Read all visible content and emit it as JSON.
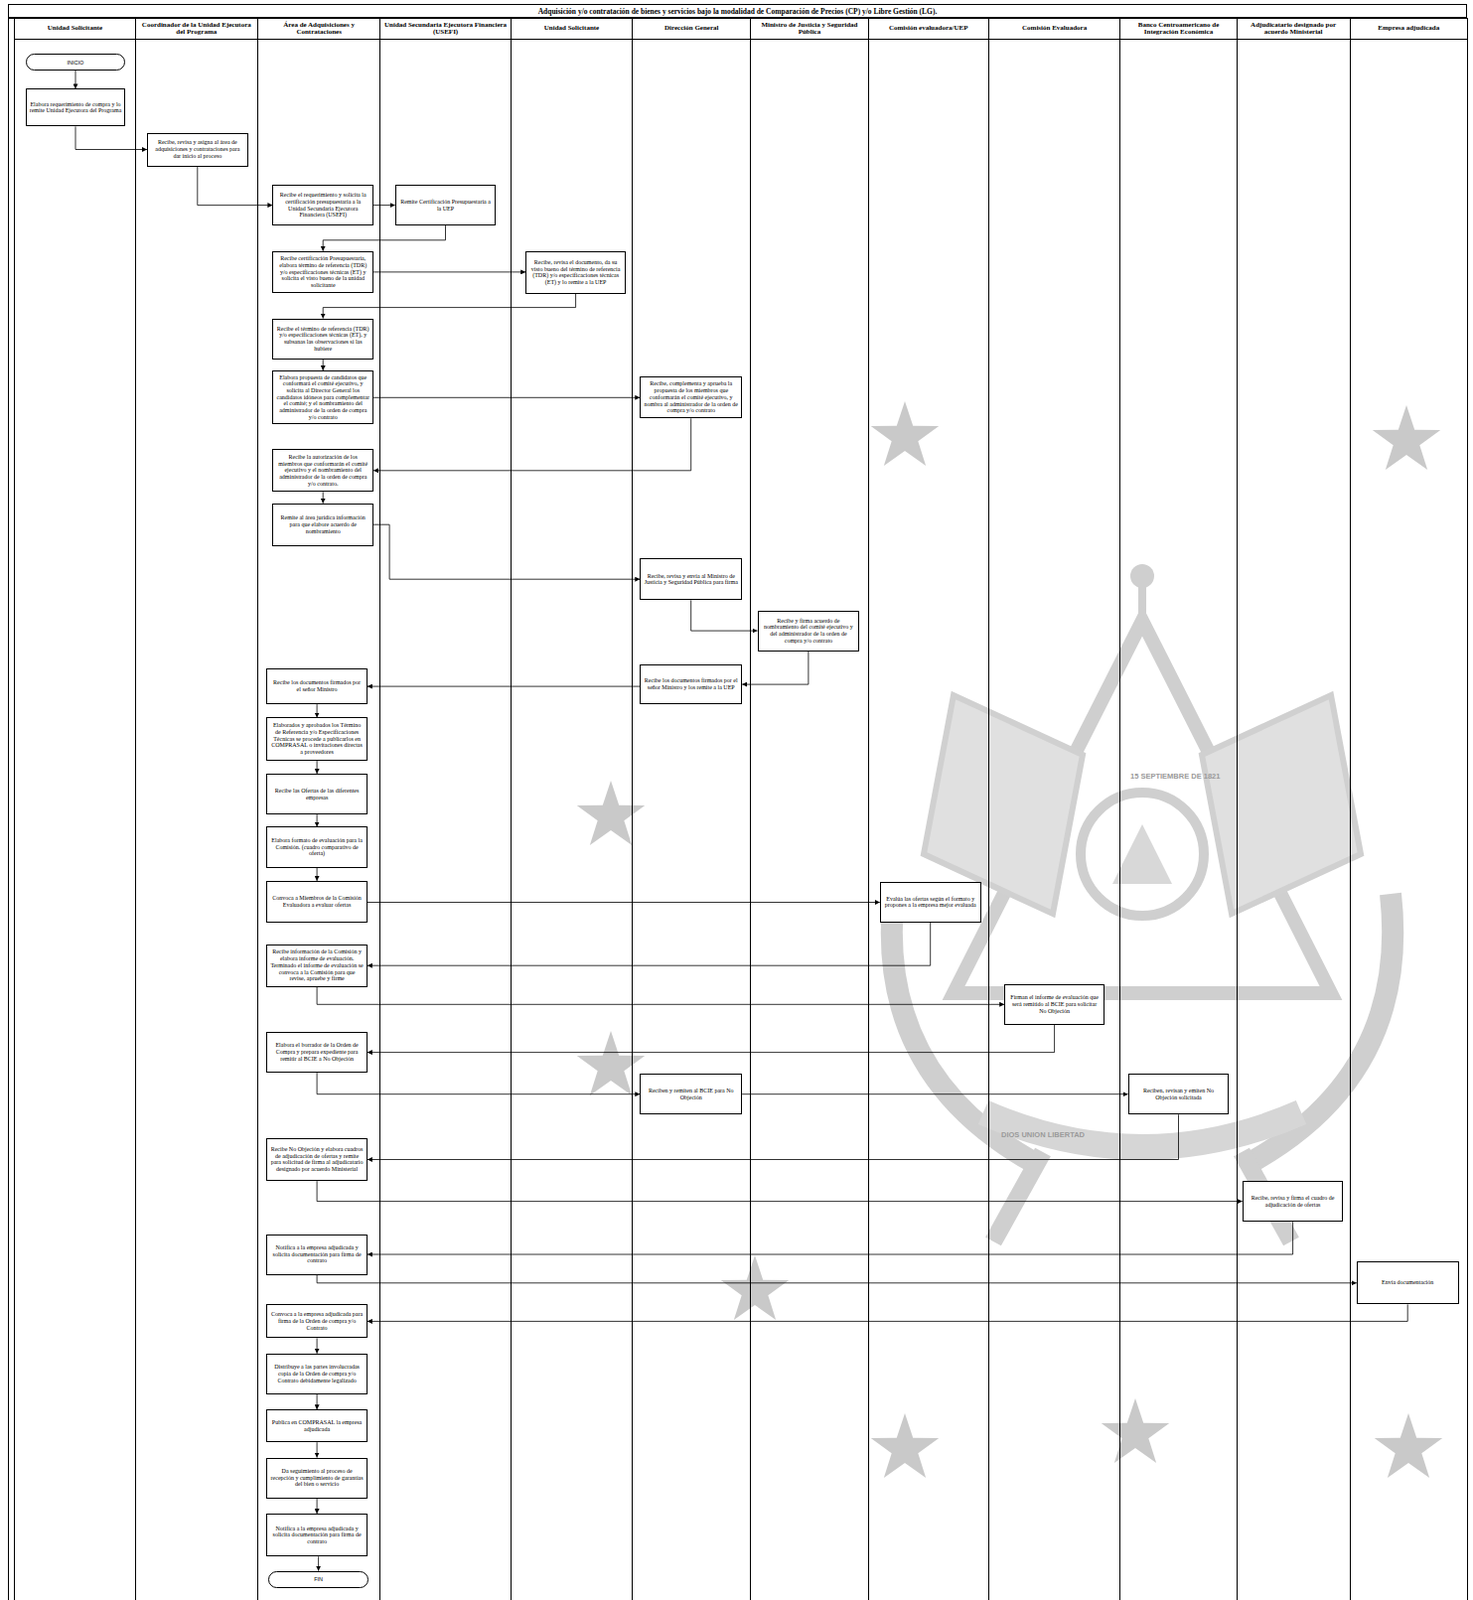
{
  "diagram": {
    "title": "Adquisición y/o contratación de bienes y servicios bajo la modalidad de Comparación de Precios (CP) y/o Libre Gestión (LG).",
    "nodes": [
      {
        "text": [
          "Unidad Solicitante"
        ]
      },
      {
        "text": [
          "Coordinador de la Unidad Ejecutora del Programa"
        ]
      },
      {
        "text": [
          "Área de Adquisiciones y Contrataciones"
        ]
      },
      {
        "text": [
          "Unidad Secundaria Ejecutora Financiera (USEFI)"
        ]
      },
      {
        "text": [
          "Unidad Solicitante"
        ]
      },
      {
        "text": [
          "Dirección General"
        ]
      },
      {
        "text": [
          "Ministro de Justicia y Seguridad Pública"
        ]
      },
      {
        "text": [
          "Comisión evaluadora/UEP"
        ]
      },
      {
        "text": [
          "Comisión Evaluadora"
        ]
      },
      {
        "text": [
          "Banco Centroamericano de Integración Económica"
        ]
      },
      {
        "text": [
          "Adjudicatario designado por acuerdo Ministerial"
        ]
      },
      {
        "text": [
          "Empresa adjudicada"
        ]
      },
      {
        "text": [
          "INICIO"
        ],
        "in": 0
      },
      {
        "text": [
          "Elabora requerimiento de compra y lo remite Unidad Ejecutora del Programa"
        ],
        "in": 0
      },
      {
        "text": [
          "Recibe, revisa y asigna al área de adquisiciones y contrataciones para dar inicio al proceso"
        ],
        "in": 1
      },
      {
        "text": [
          "Recibe el requerimiento y solicita la certificación presupuestaria a la Unidad Secundaria Ejecutora Financiera (USEFI)"
        ],
        "in": 2
      },
      {
        "text": [
          "Remite Certificación Presupuestaria a la UEP"
        ],
        "in": 3
      },
      {
        "text": [
          "Recibe certificación Presupuestaria, elabora término de referencia (TDR) y/o especificaciones técnicas (ET) y solicita el visto bueno de la unidad solicitante"
        ],
        "in": 2
      },
      {
        "text": [
          "Recibe, revisa el documento, da su visto bueno del término de referencia (TDR) y/o especificaciones técnicas (ET) y lo remite a la UEP"
        ],
        "in": 4
      },
      {
        "text": [
          "Recibe el término de referencia (TDR) y/o especificaciones técnicas (ET), y subsanas las observaciones si las hubiere"
        ],
        "in": 2
      },
      {
        "text": [
          "Elabora propuesta de candidatos que conformará el comité ejecutivo, y solicita al Director General los candidatos idóneos para complementar el comité; y el nombramiento del administrador de la orden de compra y/o contrato"
        ],
        "in": 2
      },
      {
        "text": [
          "Recibe, complementa y aprueba la propuesta de los miembros que conformarán el comité ejecutivo, y nombra al administrador de la orden de compra y/o contrato"
        ],
        "in": 5
      },
      {
        "text": [
          "Recibe la autorización de los miembros que conformarán el comité ejecutivo y el nombramiento del administrador de la orden de compra y/o contrato."
        ],
        "in": 2
      },
      {
        "text": [
          "Remite al área jurídica información para que elabore acuerdo de nombramiento"
        ],
        "in": 2
      },
      {
        "text": [
          "Recibe, revisa y envía al Ministro de Justicia y Seguridad Pública para firma"
        ],
        "in": 5
      },
      {
        "text": [
          "Recibe y firma acuerdo de nombramiento del comité ejecutivo y del administrador de la orden de compra y/o contrato"
        ],
        "in": 6
      },
      {
        "text": [
          "Recibe los documentos firmados por el señor Ministro y los remite a la UEP"
        ],
        "in": 5
      },
      {
        "text": [
          "Recibe los documentos firmados por el señor Ministro"
        ],
        "in": 2
      },
      {
        "text": [
          "Elaborados y aprobados los Término de Referencia y/o Especificaciones Técnicas se procede a publicarlos en COMPRASAL o invitaciones directas a proveedores"
        ],
        "in": 2
      },
      {
        "text": [
          "Recibe las Ofertas de las diferentes empresas"
        ],
        "in": 2
      },
      {
        "text": [
          "Elabora formato de evaluación para la Comisión. (cuadro comparativo de oferta)"
        ],
        "in": 2
      },
      {
        "text": [
          "Convoca a Miembros de la Comisión Evaluadora a evaluar ofertas"
        ],
        "in": 2
      },
      {
        "text": [
          "Evalúa las ofertas según el formato y propones a la empresa mejor evaluada"
        ],
        "in": 7
      },
      {
        "text": [
          "Recibe información de la Comisión y elabora informe de evaluación. Terminado el informe de evaluación se convoca a la Comisión para que revise, apruebe y firme"
        ],
        "in": 2
      },
      {
        "text": [
          "Firman el informe de evaluación que será remitido al BCIE para solicitar No Objeción"
        ],
        "in": 8
      },
      {
        "text": [
          "Elabora el borrador de la Orden de Compra y prepara expediente para remitir al BCIE a No Objeción"
        ],
        "in": 2
      },
      {
        "text": [
          "Reciben y remiten al BCIE para No Objeción"
        ],
        "in": 5
      },
      {
        "text": [
          "Reciben, revisan y emiten No Objeción solicitada"
        ],
        "in": 9
      },
      {
        "text": [
          "Recibe No Objeción y elabora cuadros de adjudicación de ofertas y remite para solicitud de firma al adjudicatario designado por acuerdo Ministerial"
        ],
        "in": 2
      },
      {
        "text": [
          "Recibe, revisa y firma el cuadro de adjudicación de ofertas"
        ],
        "in": 10
      },
      {
        "text": [
          "Notifica a la empresa adjudicada y solicita documentación para firma de contrato"
        ],
        "in": 2
      },
      {
        "text": [
          "Envía documentación"
        ],
        "in": 11
      },
      {
        "text": [
          "Convoca a la empresa adjudicada para firma de la Orden de compra y/o Contrato"
        ],
        "in": 2
      },
      {
        "text": [
          "Distribuye a las partes involucradas copia de la Orden de compra y/o Contrato debidamente legalizado"
        ],
        "in": 2
      },
      {
        "text": [
          "Publica en COMPRASAL la empresa adjudicada"
        ],
        "in": 2
      },
      {
        "text": [
          "Da seguimiento al proceso de recepción y cumplimiento de garantías del bien o servicio"
        ],
        "in": 2
      },
      {
        "text": [
          "Notifica a la empresa adjudicada y solicita documentación para firma de contrato"
        ],
        "in": 2
      },
      {
        "text": [
          "FIN"
        ],
        "in": 2
      }
    ],
    "edges": [
      {
        "from": 12,
        "to": 13,
        "arrow": "to"
      },
      {
        "from": 13,
        "to": 14,
        "arrow": "to"
      },
      {
        "from": 14,
        "to": 15,
        "arrow": "to"
      },
      {
        "from": 15,
        "to": 16,
        "arrow": "to"
      },
      {
        "from": 16,
        "to": 17,
        "arrow": "to"
      },
      {
        "from": 17,
        "to": 18,
        "arrow": "to"
      },
      {
        "from": 18,
        "to": 19,
        "arrow": "to"
      },
      {
        "from": 19,
        "to": 20,
        "arrow": "to"
      },
      {
        "from": 20,
        "to": 21,
        "arrow": "to"
      },
      {
        "from": 21,
        "to": 22,
        "arrow": "to"
      },
      {
        "from": 22,
        "to": 23,
        "arrow": "to"
      },
      {
        "from": 23,
        "to": 24,
        "arrow": "to"
      },
      {
        "from": 24,
        "to": 25,
        "arrow": "to"
      },
      {
        "from": 25,
        "to": 26,
        "arrow": "to"
      },
      {
        "from": 26,
        "to": 27,
        "arrow": "to"
      },
      {
        "from": 27,
        "to": 28,
        "arrow": "to"
      },
      {
        "from": 28,
        "to": 29,
        "arrow": "to"
      },
      {
        "from": 29,
        "to": 30,
        "arrow": "to"
      },
      {
        "from": 30,
        "to": 31,
        "arrow": "to"
      },
      {
        "from": 31,
        "to": 32,
        "arrow": "to"
      },
      {
        "from": 32,
        "to": 33,
        "arrow": "to"
      },
      {
        "from": 33,
        "to": 34,
        "arrow": "to"
      },
      {
        "from": 34,
        "to": 35,
        "arrow": "to"
      },
      {
        "from": 35,
        "to": 36,
        "arrow": "to"
      },
      {
        "from": 36,
        "to": 37,
        "arrow": "to"
      },
      {
        "from": 37,
        "to": 38,
        "arrow": "to"
      },
      {
        "from": 38,
        "to": 39,
        "arrow": "to"
      },
      {
        "from": 39,
        "to": 40,
        "arrow": "to"
      },
      {
        "from": 40,
        "to": 41,
        "arrow": "to"
      },
      {
        "from": 41,
        "to": 42,
        "arrow": "to"
      },
      {
        "from": 42,
        "to": 43,
        "arrow": "to"
      },
      {
        "from": 43,
        "to": 44,
        "arrow": "to"
      },
      {
        "from": 44,
        "to": 45,
        "arrow": "to"
      },
      {
        "from": 45,
        "to": 46,
        "arrow": "to"
      },
      {
        "from": 46,
        "to": 47,
        "arrow": "to"
      }
    ],
    "labels": [
      "15 SEPTIEMBRE DE 1821",
      "DIOS UNION LIBERTAD"
    ]
  }
}
